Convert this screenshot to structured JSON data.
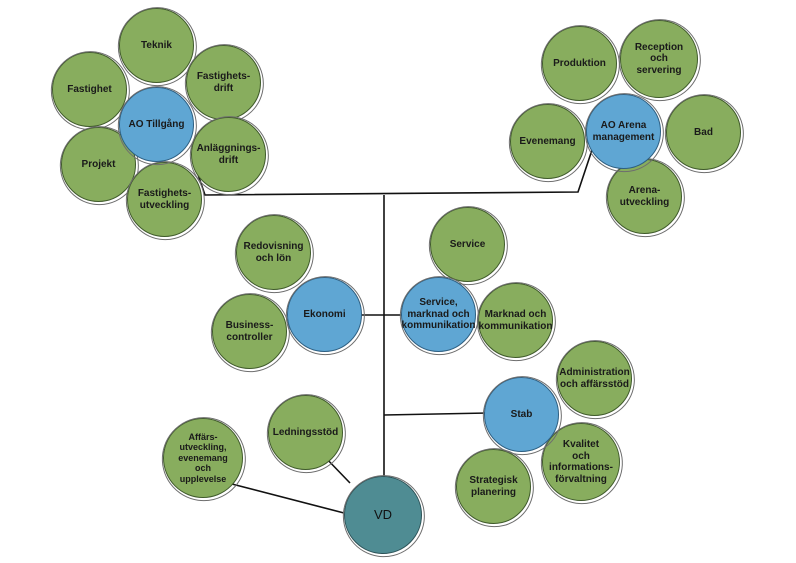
{
  "colors": {
    "leaf": "#88ad5e",
    "unit": "#5fa6d3",
    "root": "#4f8c93",
    "line": "#111111"
  },
  "nodes": {
    "vd": "VD",
    "ledningsstod": "Ledningsstöd",
    "affars_utveckling": "Affärs-\nutveckling,\nevenemang\noch\nupplevelse",
    "stab": "Stab",
    "administration": "Administration\noch affärsstöd",
    "kvalitet": "Kvalitet\noch\ninformations-\nförvaltning",
    "strategisk": "Strategisk\nplanering",
    "ekonomi": "Ekonomi",
    "redovisning": "Redovisning\noch lön",
    "business_controller": "Business-\ncontroller",
    "service_unit": "Service,\nmarknad och\nkommunikation",
    "service": "Service",
    "marknad": "Marknad och\nkommunikation",
    "ao_tillgang": "AO Tillgång",
    "teknik": "Teknik",
    "fastighet": "Fastighet",
    "fastighetsdrift": "Fastighets-\ndrift",
    "projekt": "Projekt",
    "anlaggningsdrift": "Anläggnings-\ndrift",
    "fastighetsutveckling": "Fastighets-\nutveckling",
    "ao_arena": "AO Arena\nmanagement",
    "produktion": "Produktion",
    "reception": "Reception och\nservering",
    "evenemang": "Evenemang",
    "bad": "Bad",
    "arenautveckling": "Arena-\nutveckling"
  }
}
